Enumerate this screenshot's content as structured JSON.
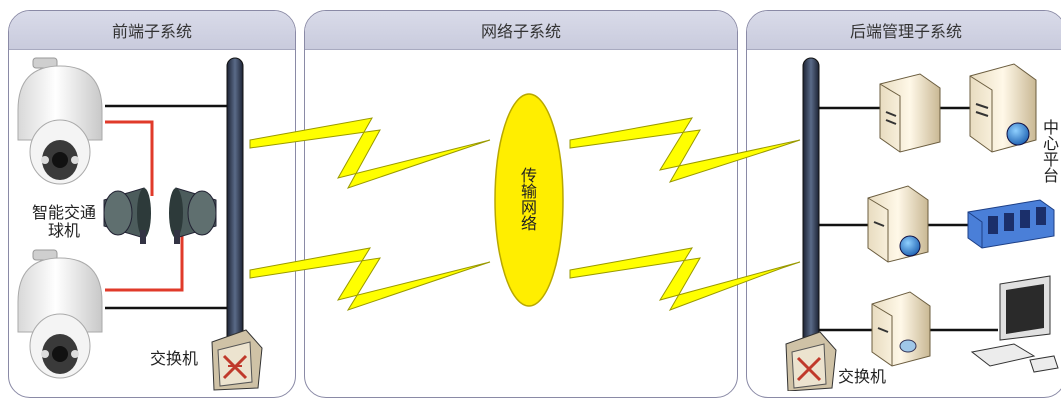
{
  "panels": {
    "front": {
      "title": "前端子系统"
    },
    "network": {
      "title": "网络子系统"
    },
    "backend": {
      "title": "后端管理子系统"
    }
  },
  "labels": {
    "camera": "智能交通球机",
    "front_switch": "交换机",
    "network": "传输网络",
    "backend_switch": "交换机",
    "center_platform": "中心平台"
  },
  "colors": {
    "panel_border": "#8a8aa6",
    "panel_header": "#d3d5e5",
    "lightning": "#ffff00",
    "network_oval": "#ffee00",
    "alarm_line": "#e03a2a",
    "backbone": "#2f3b52"
  },
  "icons": {
    "camera": "dome-camera-icon",
    "speaker": "horn-speaker-icon",
    "switch": "network-switch-icon",
    "server": "server-tower-icon",
    "storage": "storage-array-icon",
    "workstation": "monitor-workstation-icon"
  }
}
